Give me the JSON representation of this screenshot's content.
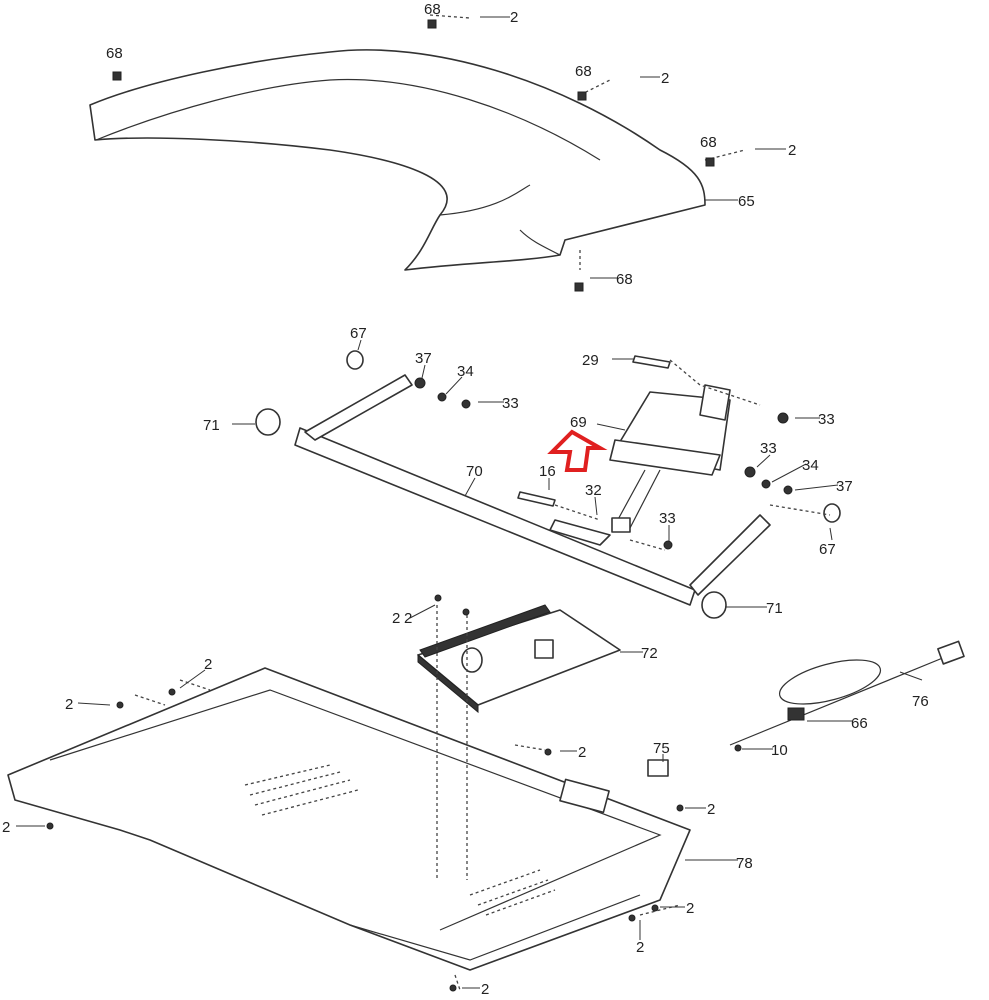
{
  "diagram": {
    "title": "Exploded parts diagram - motor hood, incline motor, base",
    "highlight_color": "#e02020",
    "callouts": [
      "68",
      "2",
      "68",
      "68",
      "2",
      "68",
      "2",
      "65",
      "68",
      "67",
      "37",
      "34",
      "33",
      "29",
      "33",
      "69",
      "71",
      "70",
      "16",
      "32",
      "33",
      "34",
      "37",
      "33",
      "67",
      "71",
      "2",
      "2",
      "72",
      "2",
      "76",
      "2",
      "66",
      "75",
      "2",
      "10",
      "2",
      "2",
      "78",
      "2",
      "2",
      "2"
    ]
  }
}
